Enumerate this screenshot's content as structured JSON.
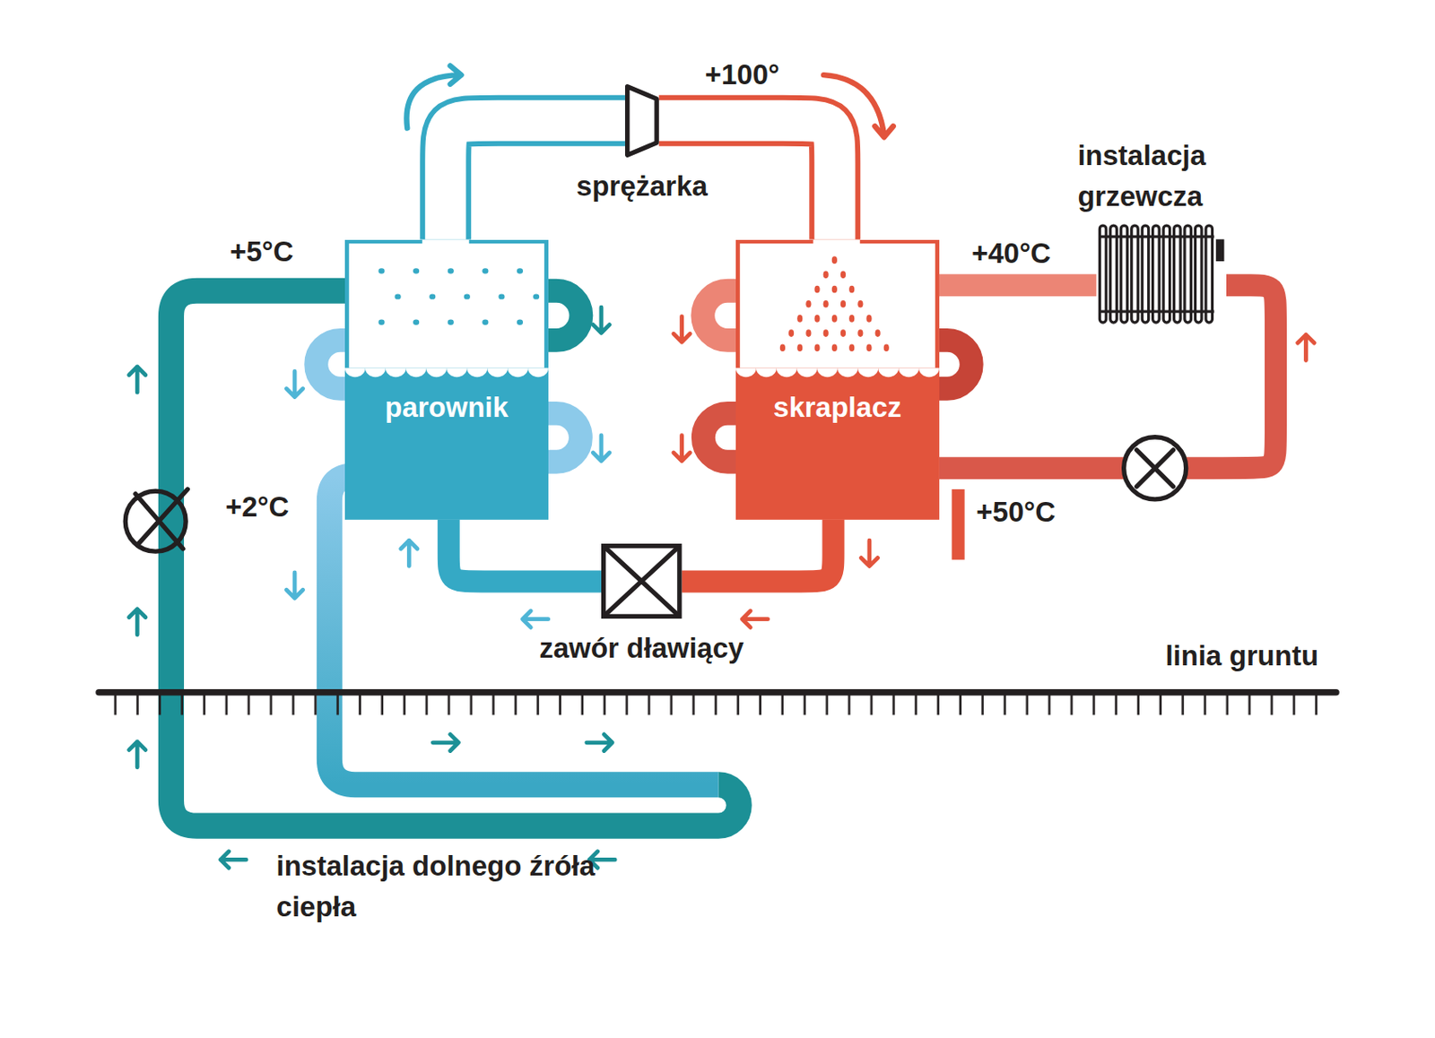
{
  "diagram": {
    "nodes": [
      {
        "text": [
          "sprężarka"
        ]
      },
      {
        "text": [
          "instalacja grzewcza"
        ]
      },
      {
        "text": [
          "parownik"
        ]
      },
      {
        "text": [
          "skraplacz"
        ]
      },
      {
        "text": [
          "zawór dławiący"
        ]
      }
    ],
    "edges": [
      {
        "from": 2,
        "to": 0,
        "arrow": "none"
      },
      {
        "from": 0,
        "to": 3,
        "arrow": "none"
      },
      {
        "from": 3,
        "to": 4,
        "arrow": "none"
      },
      {
        "from": 4,
        "to": 2,
        "arrow": "none"
      },
      {
        "from": 3,
        "to": 1,
        "arrow": "none"
      },
      {
        "from": 1,
        "to": 3,
        "arrow": "none"
      }
    ],
    "labels": [
      "+100°",
      "+5°C",
      "+2°C",
      "+40°C",
      "+50°C",
      "linia gruntu",
      "instalacja dolnego źróła ciepła"
    ]
  }
}
